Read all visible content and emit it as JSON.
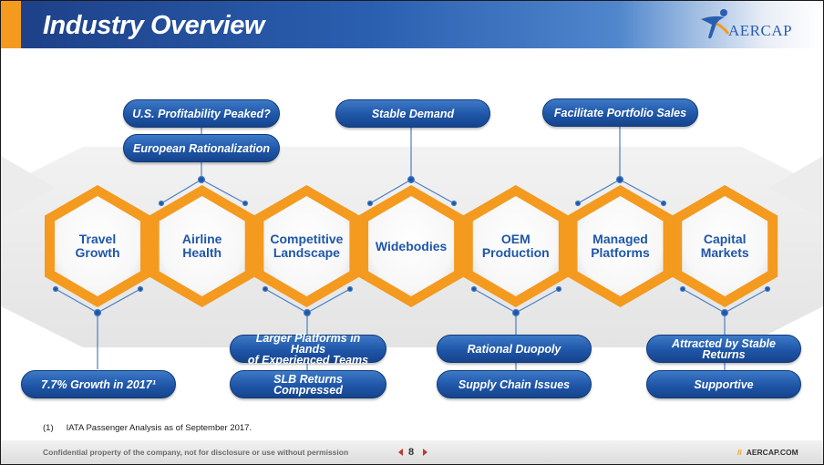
{
  "header": {
    "title": "Industry Overview",
    "logo_text": "AERCAP"
  },
  "hexagons": [
    {
      "id": "travel-growth",
      "lines": [
        "Travel",
        "Growth"
      ]
    },
    {
      "id": "airline-health",
      "lines": [
        "Airline",
        "Health"
      ]
    },
    {
      "id": "competitive-landscape",
      "lines": [
        "Competitive",
        "Landscape"
      ]
    },
    {
      "id": "widebodies",
      "lines": [
        "Widebodies"
      ]
    },
    {
      "id": "oem-production",
      "lines": [
        "OEM",
        "Production"
      ]
    },
    {
      "id": "managed-platforms",
      "lines": [
        "Managed",
        "Platforms"
      ]
    },
    {
      "id": "capital-markets",
      "lines": [
        "Capital",
        "Markets"
      ]
    }
  ],
  "top_pills": {
    "us_profitability": "U.S. Profitability Peaked?",
    "european_rationalization": "European Rationalization",
    "stable_demand": "Stable Demand",
    "facilitate_portfolio_sales": "Facilitate Portfolio Sales"
  },
  "bottom_pills": {
    "growth_2017": "7.7% Growth in 2017¹",
    "larger_platforms": [
      "Larger Platforms in Hands",
      "of Experienced Teams"
    ],
    "slb_returns": "SLB Returns Compressed",
    "rational_duopoly": "Rational Duopoly",
    "supply_chain": "Supply Chain Issues",
    "attracted_by_stable": [
      "Attracted by Stable",
      "Returns"
    ],
    "supportive": "Supportive"
  },
  "footnote": {
    "number": "(1)",
    "text": "IATA Passenger Analysis as of September 2017."
  },
  "footer": {
    "confidential": "Confidential property of the company, not for disclosure or use without permission",
    "page_number": "8",
    "site_prefix": "//",
    "site": "AERCAP.COM"
  },
  "colors": {
    "accent_orange": "#f39a1f",
    "brand_blue": "#1f56a8",
    "header_blue": "#1d3f86"
  }
}
